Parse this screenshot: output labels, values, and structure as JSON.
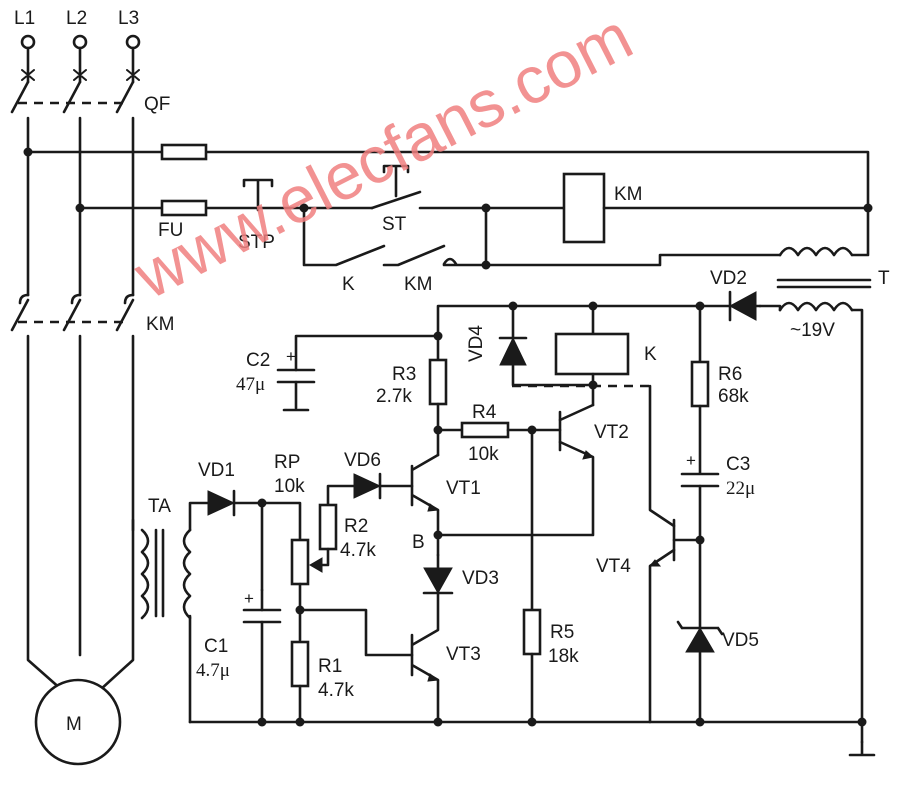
{
  "watermark": "www.elecfans.com",
  "colors": {
    "ink": "#1a1a1a",
    "watermark": "#f08080",
    "background": "#ffffff"
  },
  "labels": {
    "L1": "L1",
    "L2": "L2",
    "L3": "L3",
    "QF": "QF",
    "FU": "FU",
    "STP": "STP",
    "ST": "ST",
    "KM_coil": "KM",
    "K_contact": "K",
    "KM_contact": "KM",
    "KM_main": "KM",
    "T": "T",
    "VD2": "VD2",
    "T_voltage": "~19V",
    "C2": "C2",
    "C2_val": "47μ",
    "R3": "R3",
    "R3_val": "2.7k",
    "VD4": "VD4",
    "K_relay": "K",
    "R6": "R6",
    "R6_val": "68k",
    "R4": "R4",
    "R4_val": "10k",
    "VT2": "VT2",
    "VD6": "VD6",
    "VT1": "VT1",
    "C3": "C3",
    "C3_val": "22μ",
    "VD1": "VD1",
    "RP": "RP",
    "RP_val": "10k",
    "TA": "TA",
    "R2": "R2",
    "R2_val": "4.7k",
    "B": "B",
    "VT4": "VT4",
    "VD3": "VD3",
    "C1": "C1",
    "C1_val": "4.7μ",
    "R5": "R5",
    "R5_val": "18k",
    "VD5": "VD5",
    "VT3": "VT3",
    "R1": "R1",
    "R1_val": "4.7k",
    "M": "M"
  }
}
